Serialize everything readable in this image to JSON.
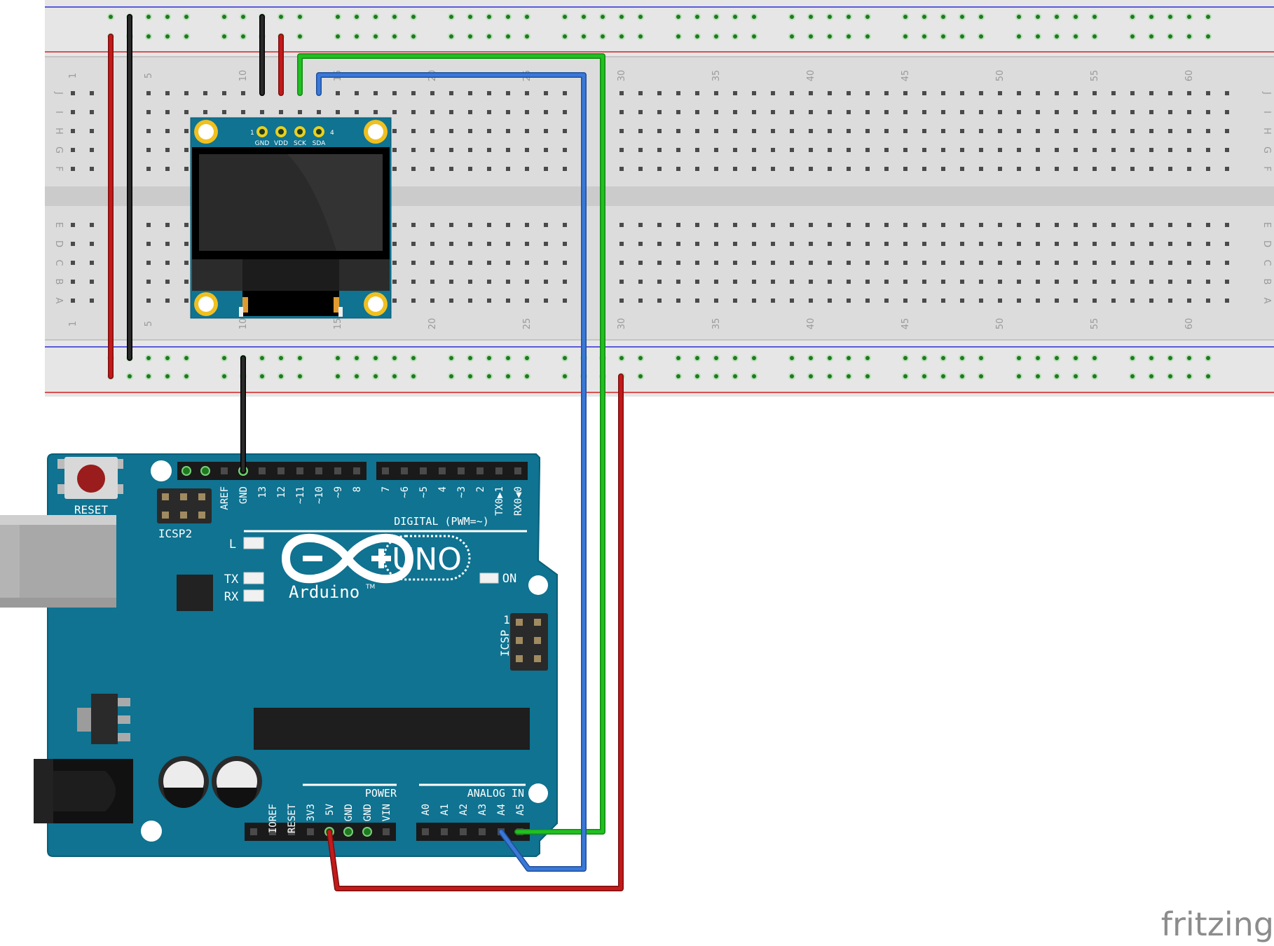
{
  "breadboard": {
    "column_numbers": [
      "1",
      "5",
      "10",
      "15",
      "20",
      "25",
      "30",
      "35",
      "40",
      "45",
      "50",
      "55",
      "60"
    ],
    "row_letters_top": [
      "J",
      "I",
      "H",
      "G",
      "F"
    ],
    "row_letters_bottom": [
      "E",
      "D",
      "C",
      "B",
      "A"
    ]
  },
  "oled": {
    "pin_numbers": [
      "1",
      "4"
    ],
    "pin_labels": [
      "GND",
      "VDD",
      "SCK",
      "SDA"
    ]
  },
  "arduino": {
    "reset_label": "RESET",
    "icsp2_label": "ICSP2",
    "icsp_label": "ICSP",
    "icsp_pin1": "1",
    "led_l": "L",
    "led_tx": "TX",
    "led_rx": "RX",
    "led_on": "ON",
    "brand": "Arduino",
    "tm": "TM",
    "model": "UNO",
    "digital_label": "DIGITAL (PWM=~)",
    "digital_pins": [
      "AREF",
      "GND",
      "13",
      "12",
      "~11",
      "~10",
      "~9",
      "8",
      "7",
      "~6",
      "~5",
      "4",
      "~3",
      "2",
      "TX0▶1",
      "RX0◀0"
    ],
    "power_label": "POWER",
    "power_pins": [
      "IOREF",
      "RESET",
      "3V3",
      "5V",
      "GND",
      "GND",
      "VIN"
    ],
    "analog_label": "ANALOG IN",
    "analog_pins": [
      "A0",
      "A1",
      "A2",
      "A3",
      "A4",
      "A5"
    ]
  },
  "footer": {
    "watermark": "fritzing"
  },
  "colors": {
    "board": "#0f7391",
    "breadboard": "#d9d9d9",
    "rail_red": "#d42020",
    "rail_blue": "#2b2bd6",
    "wire_red": "#c41a1a",
    "wire_black": "#1a1a1a",
    "wire_green": "#20c020",
    "wire_blue": "#3a78d8"
  }
}
